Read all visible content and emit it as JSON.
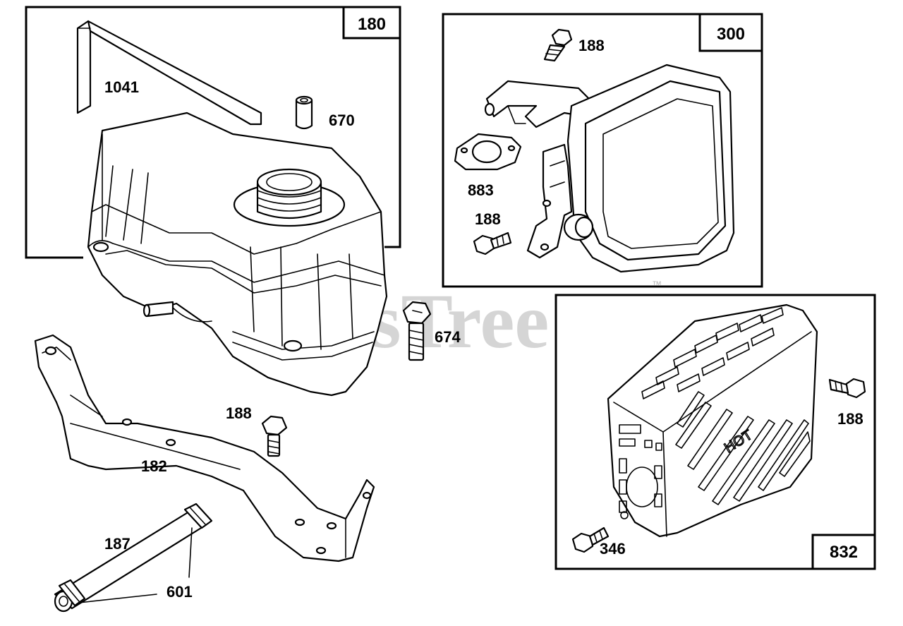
{
  "watermark": {
    "text": "PartsTree",
    "trademark": "™"
  },
  "groups": {
    "g180": {
      "number": "180"
    },
    "g300": {
      "number": "300"
    },
    "g832": {
      "number": "832"
    }
  },
  "callouts": {
    "c1041": "1041",
    "c670": "670",
    "c674": "674",
    "c188_bracket": "188",
    "c182": "182",
    "c187": "187",
    "c601": "601",
    "c188_muffler_top": "188",
    "c883": "883",
    "c188_muffler_bottom": "188",
    "c188_guard": "188",
    "c346": "346"
  },
  "guard_marking": "HOT"
}
